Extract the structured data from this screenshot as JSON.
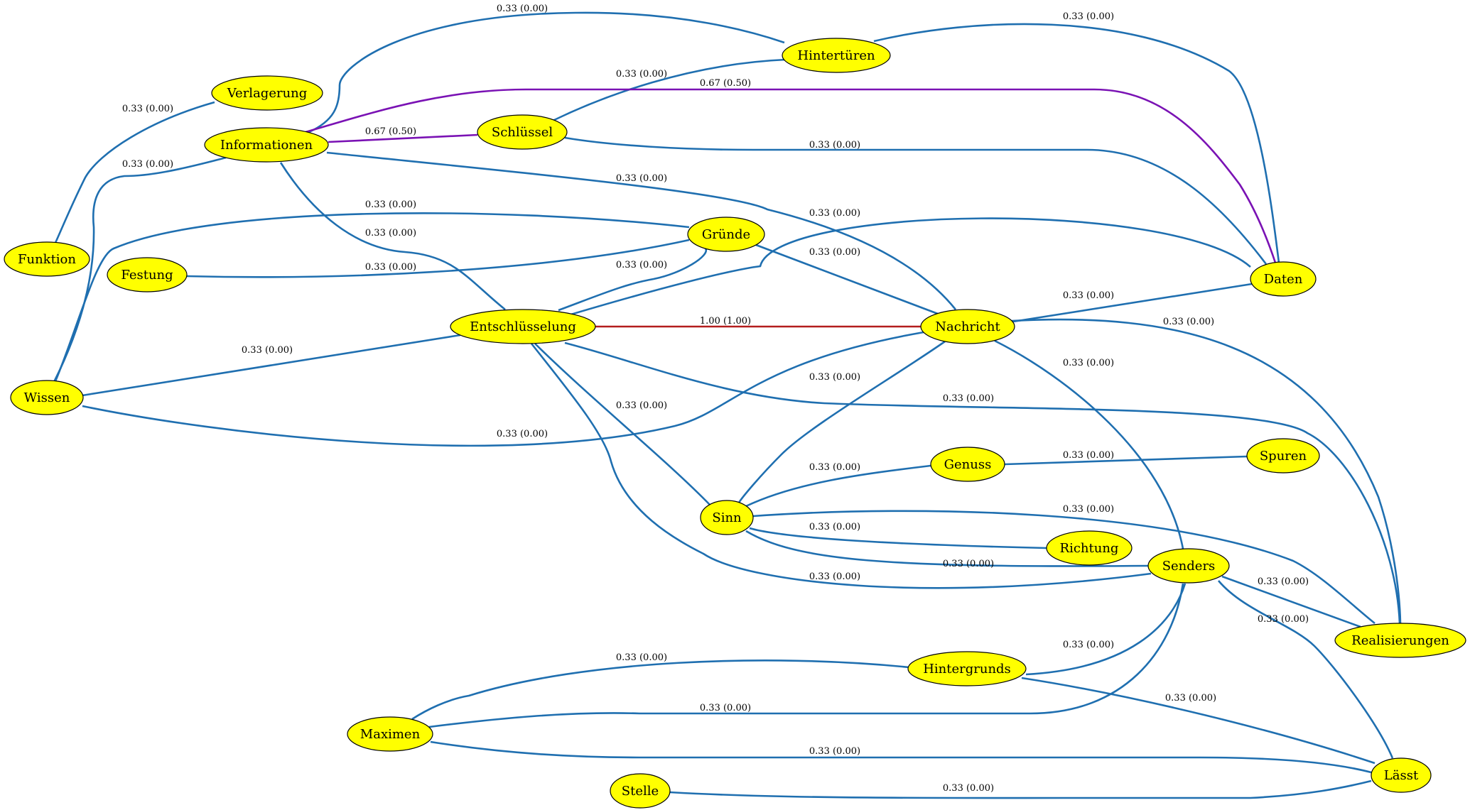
{
  "graph": {
    "node_fill": "#ffff00",
    "node_stroke": "#000000",
    "edge_colors": {
      "0.33": "#1f6fb0",
      "0.67": "#7a12b4",
      "1.00": "#b31d1d"
    }
  },
  "nodes": {
    "funktion": "Funktion",
    "verlagerung": "Verlagerung",
    "informationen": "Informationen",
    "festung": "Festung",
    "wissen": "Wissen",
    "hintertueren": "Hintertüren",
    "schluessel": "Schlüssel",
    "gruende": "Gründe",
    "entschluesselung": "Entschlüsselung",
    "nachricht": "Nachricht",
    "daten": "Daten",
    "genuss": "Genuss",
    "spuren": "Spuren",
    "sinn": "Sinn",
    "richtung": "Richtung",
    "senders": "Senders",
    "realisierungen": "Realisierungen",
    "hintergrunds": "Hintergrunds",
    "maximen": "Maximen",
    "laesst": "Lässt",
    "stelle": "Stelle"
  },
  "edges": [
    {
      "source": "Verlagerung",
      "target": "Funktion",
      "weight": 0.33,
      "label": "0.33 (0.00)"
    },
    {
      "source": "Informationen",
      "target": "Hintertüren",
      "weight": 0.33,
      "label": "0.33 (0.00)"
    },
    {
      "source": "Hintertüren",
      "target": "Daten",
      "weight": 0.33,
      "label": "0.33 (0.00)"
    },
    {
      "source": "Schlüssel",
      "target": "Hintertüren",
      "weight": 0.33,
      "label": "0.33 (0.00)"
    },
    {
      "source": "Informationen",
      "target": "Daten",
      "weight": 0.67,
      "label": "0.67 (0.50)"
    },
    {
      "source": "Informationen",
      "target": "Schlüssel",
      "weight": 0.67,
      "label": "0.67 (0.50)"
    },
    {
      "source": "Schlüssel",
      "target": "Daten",
      "weight": 0.33,
      "label": "0.33 (0.00)"
    },
    {
      "source": "Informationen",
      "target": "Wissen",
      "weight": 0.33,
      "label": "0.33 (0.00)"
    },
    {
      "source": "Informationen",
      "target": "Nachricht",
      "weight": 0.33,
      "label": "0.33 (0.00)"
    },
    {
      "source": "Wissen",
      "target": "Gründe",
      "weight": 0.33,
      "label": "0.33 (0.00)"
    },
    {
      "source": "Informationen",
      "target": "Entschlüsselung",
      "weight": 0.33,
      "label": "0.33 (0.00)"
    },
    {
      "source": "Entschlüsselung",
      "target": "Daten",
      "weight": 0.33,
      "label": "0.33 (0.00)"
    },
    {
      "source": "Festung",
      "target": "Gründe",
      "weight": 0.33,
      "label": "0.33 (0.00)"
    },
    {
      "source": "Entschlüsselung",
      "target": "Gründe",
      "weight": 0.33,
      "label": "0.33 (0.00)"
    },
    {
      "source": "Gründe",
      "target": "Nachricht",
      "weight": 0.33,
      "label": "0.33 (0.00)"
    },
    {
      "source": "Nachricht",
      "target": "Daten",
      "weight": 0.33,
      "label": "0.33 (0.00)"
    },
    {
      "source": "Entschlüsselung",
      "target": "Nachricht",
      "weight": 1.0,
      "label": "1.00 (1.00)"
    },
    {
      "source": "Wissen",
      "target": "Entschlüsselung",
      "weight": 0.33,
      "label": "0.33 (0.00)"
    },
    {
      "source": "Nachricht",
      "target": "Realisierungen",
      "weight": 0.33,
      "label": "0.33 (0.00)"
    },
    {
      "source": "Nachricht",
      "target": "Senders",
      "weight": 0.33,
      "label": "0.33 (0.00)"
    },
    {
      "source": "Nachricht",
      "target": "Sinn",
      "weight": 0.33,
      "label": "0.33 (0.00)"
    },
    {
      "source": "Entschlüsselung",
      "target": "Realisierungen",
      "weight": 0.33,
      "label": "0.33 (0.00)"
    },
    {
      "source": "Entschlüsselung",
      "target": "Sinn",
      "weight": 0.33,
      "label": "0.33 (0.00)"
    },
    {
      "source": "Wissen",
      "target": "Nachricht",
      "weight": 0.33,
      "label": "0.33 (0.00)"
    },
    {
      "source": "Genuss",
      "target": "Spuren",
      "weight": 0.33,
      "label": "0.33 (0.00)"
    },
    {
      "source": "Sinn",
      "target": "Genuss",
      "weight": 0.33,
      "label": "0.33 (0.00)"
    },
    {
      "source": "Sinn",
      "target": "Realisierungen",
      "weight": 0.33,
      "label": "0.33 (0.00)"
    },
    {
      "source": "Sinn",
      "target": "Richtung",
      "weight": 0.33,
      "label": "0.33 (0.00)"
    },
    {
      "source": "Sinn",
      "target": "Senders",
      "weight": 0.33,
      "label": "0.33 (0.00)"
    },
    {
      "source": "Entschlüsselung",
      "target": "Senders",
      "weight": 0.33,
      "label": "0.33 (0.00)"
    },
    {
      "source": "Senders",
      "target": "Realisierungen",
      "weight": 0.33,
      "label": "0.33 (0.00)"
    },
    {
      "source": "Senders",
      "target": "Lässt",
      "weight": 0.33,
      "label": "0.33 (0.00)"
    },
    {
      "source": "Hintergrunds",
      "target": "Senders",
      "weight": 0.33,
      "label": "0.33 (0.00)"
    },
    {
      "source": "Maximen",
      "target": "Hintergrunds",
      "weight": 0.33,
      "label": "0.33 (0.00)"
    },
    {
      "source": "Hintergrunds",
      "target": "Lässt",
      "weight": 0.33,
      "label": "0.33 (0.00)"
    },
    {
      "source": "Maximen",
      "target": "Senders",
      "weight": 0.33,
      "label": "0.33 (0.00)"
    },
    {
      "source": "Maximen",
      "target": "Lässt",
      "weight": 0.33,
      "label": "0.33 (0.00)"
    },
    {
      "source": "Stelle",
      "target": "Lässt",
      "weight": 0.33,
      "label": "0.33 (0.00)"
    }
  ]
}
